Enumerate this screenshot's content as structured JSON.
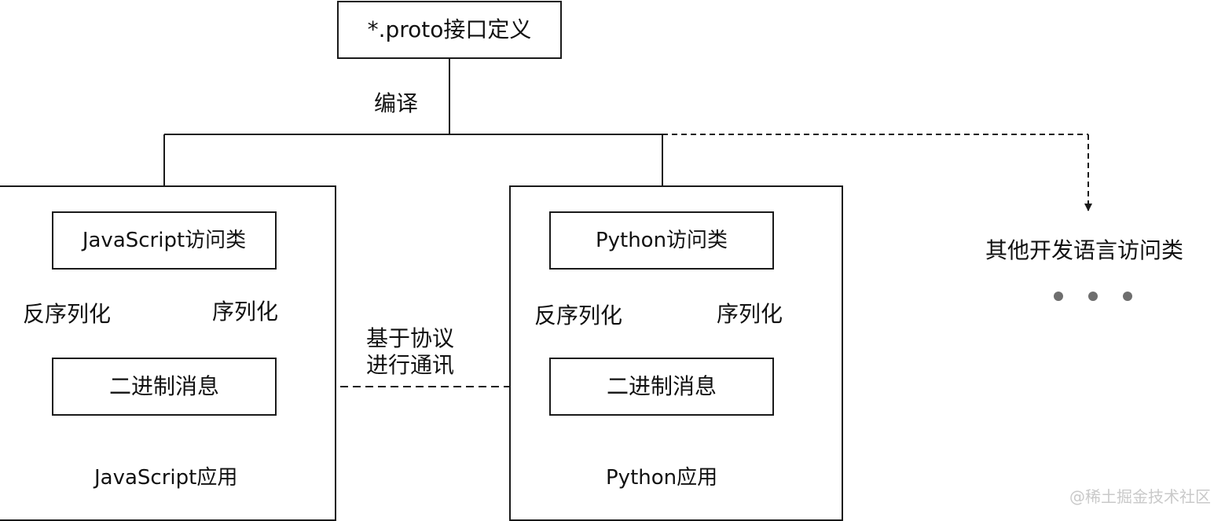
{
  "proto": {
    "label": "*.proto接口定义"
  },
  "compile_label": "编译",
  "javascript_app": {
    "access_class": "JavaScript访问类",
    "binary_message": "二进制消息",
    "deserialize_label": "反序列化",
    "serialize_label": "序列化",
    "app_label": "JavaScript应用"
  },
  "python_app": {
    "access_class": "Python访问类",
    "binary_message": "二进制消息",
    "deserialize_label": "反序列化",
    "serialize_label": "序列化",
    "app_label": "Python应用"
  },
  "protocol_comm": {
    "line1": "基于协议",
    "line2": "进行通讯"
  },
  "other_languages": {
    "label": "其他开发语言访问类",
    "ellipsis_dots": 3
  },
  "watermark": "@稀土掘金技术社区",
  "colors": {
    "line": "#1a1a1a",
    "dots": "#6e6e6e",
    "watermark": "#c9c9c9"
  }
}
